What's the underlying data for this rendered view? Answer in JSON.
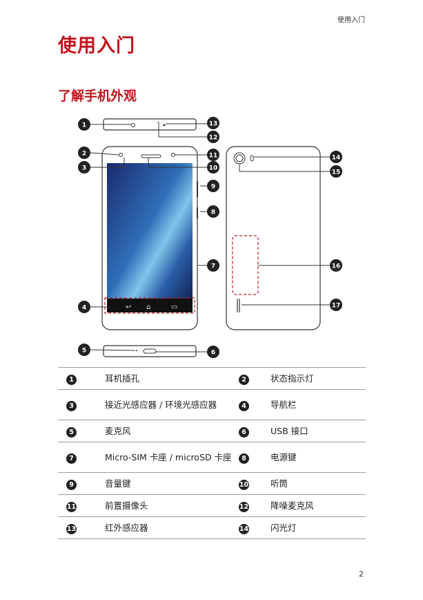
{
  "header": {
    "section": "使用入门"
  },
  "title": "使用入门",
  "subtitle": "了解手机外观",
  "callouts": [
    "1",
    "2",
    "3",
    "4",
    "5",
    "6",
    "7",
    "8",
    "9",
    "10",
    "11",
    "12",
    "13",
    "14",
    "15",
    "16",
    "17"
  ],
  "table": [
    {
      "n1": "1",
      "l1": "耳机插孔",
      "n2": "2",
      "l2": "状态指示灯"
    },
    {
      "n1": "3",
      "l1": "接近光感应器 / 环境光感应器",
      "n2": "4",
      "l2": "导航栏"
    },
    {
      "n1": "5",
      "l1": "麦克风",
      "n2": "6",
      "l2": "USB 接口"
    },
    {
      "n1": "7",
      "l1": "Micro-SIM 卡座 / microSD 卡座",
      "n2": "8",
      "l2": "电源键"
    },
    {
      "n1": "9",
      "l1": "音量键",
      "n2": "10",
      "l2": "听筒"
    },
    {
      "n1": "11",
      "l1": "前置摄像头",
      "n2": "12",
      "l2": "降噪麦克风"
    },
    {
      "n1": "13",
      "l1": "红外感应器",
      "n2": "14",
      "l2": "闪光灯"
    }
  ],
  "page_number": "2"
}
